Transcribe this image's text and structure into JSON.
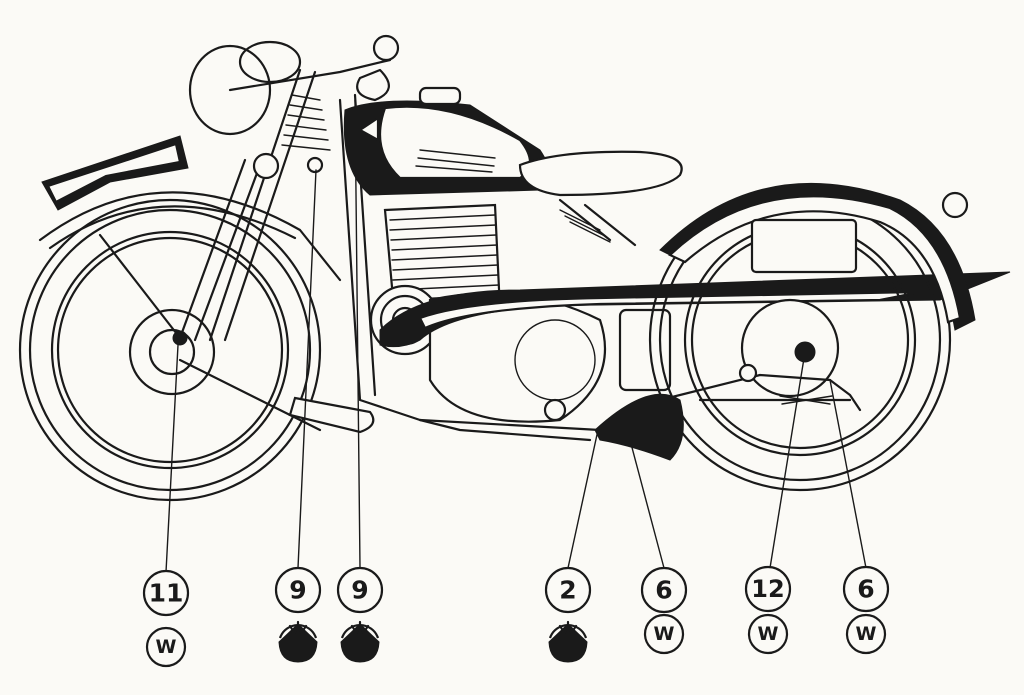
{
  "diagram": {
    "callouts": [
      {
        "id": "front-hub",
        "number": "11",
        "symbol": "w-circle",
        "lube_label": "W"
      },
      {
        "id": "fork-left",
        "number": "9",
        "symbol": "oil-can-triangle",
        "lube_label": ""
      },
      {
        "id": "fork-right",
        "number": "9",
        "symbol": "oil-can-triangle",
        "lube_label": ""
      },
      {
        "id": "gearbox",
        "number": "2",
        "symbol": "oil-can-triangle",
        "lube_label": ""
      },
      {
        "id": "footrest-pivot",
        "number": "6",
        "symbol": "w-circle",
        "lube_label": "W"
      },
      {
        "id": "rear-hub",
        "number": "12",
        "symbol": "w-circle",
        "lube_label": "W"
      },
      {
        "id": "brake-pivot",
        "number": "6",
        "symbol": "w-circle",
        "lube_label": "W"
      }
    ],
    "colors": {
      "ink": "#1a1a1a",
      "paper": "#fbfaf6"
    }
  }
}
